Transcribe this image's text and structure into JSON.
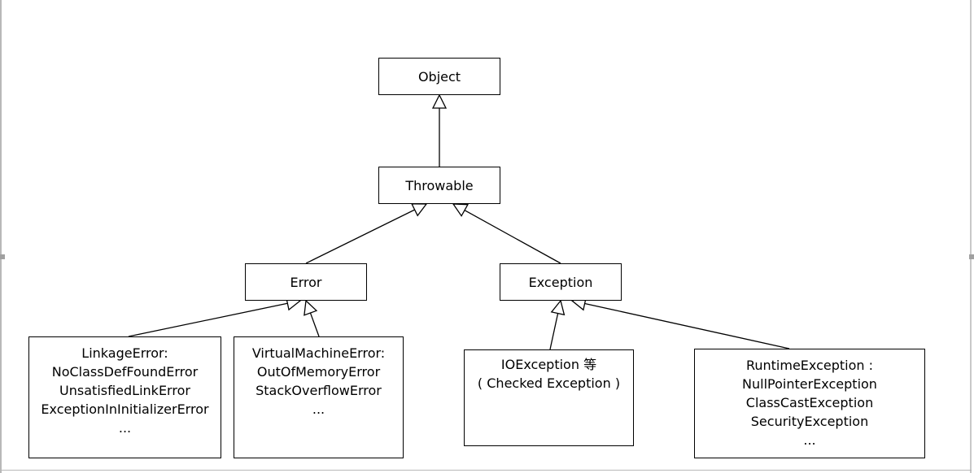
{
  "diagram": {
    "nodes": [
      {
        "id": "object",
        "lines": [
          "Object"
        ]
      },
      {
        "id": "throwable",
        "lines": [
          "Throwable"
        ]
      },
      {
        "id": "error",
        "lines": [
          "Error"
        ]
      },
      {
        "id": "exception",
        "lines": [
          "Exception"
        ]
      },
      {
        "id": "linkage",
        "lines": [
          "LinkageError:",
          "NoClassDefFoundError",
          "UnsatisfiedLinkError",
          "ExceptionInInitializerError",
          "..."
        ]
      },
      {
        "id": "vm",
        "lines": [
          "VirtualMachineError:",
          "OutOfMemoryError",
          "StackOverflowError",
          "..."
        ]
      },
      {
        "id": "io",
        "lines": [
          "IOException 等",
          "( Checked Exception )"
        ]
      },
      {
        "id": "runtime",
        "lines": [
          "RuntimeException :",
          "NullPointerException",
          "ClassCastException",
          "SecurityException",
          "..."
        ]
      }
    ],
    "edges": [
      {
        "from": "throwable",
        "to": "object",
        "type": "inheritance"
      },
      {
        "from": "error",
        "to": "throwable",
        "type": "inheritance"
      },
      {
        "from": "exception",
        "to": "throwable",
        "type": "inheritance"
      },
      {
        "from": "linkage",
        "to": "error",
        "type": "inheritance"
      },
      {
        "from": "vm",
        "to": "error",
        "type": "inheritance"
      },
      {
        "from": "io",
        "to": "exception",
        "type": "inheritance"
      },
      {
        "from": "runtime",
        "to": "exception",
        "type": "inheritance"
      }
    ]
  }
}
